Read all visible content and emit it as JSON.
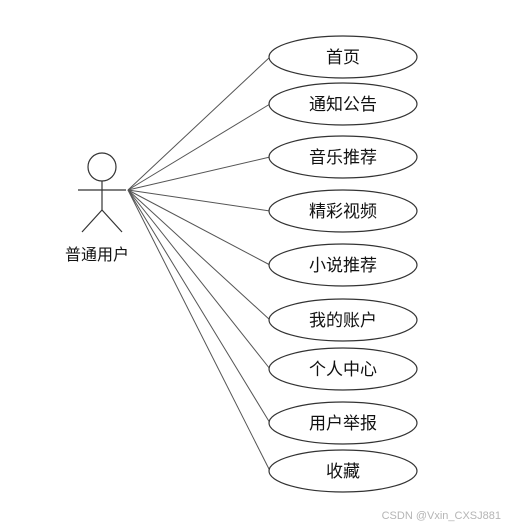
{
  "actor": {
    "label": "普通用户"
  },
  "use_cases": [
    {
      "label": "首页"
    },
    {
      "label": "通知公告"
    },
    {
      "label": "音乐推荐"
    },
    {
      "label": "精彩视频"
    },
    {
      "label": "小说推荐"
    },
    {
      "label": "我的账户"
    },
    {
      "label": "个人中心"
    },
    {
      "label": "用户举报"
    },
    {
      "label": "收藏"
    }
  ],
  "watermark": {
    "text": "CSDN @Vxin_CXSJ881"
  },
  "colors": {
    "line": "#555555",
    "ellipse_fill": "#ffffff",
    "ellipse_stroke": "#333333",
    "text": "#111111"
  }
}
